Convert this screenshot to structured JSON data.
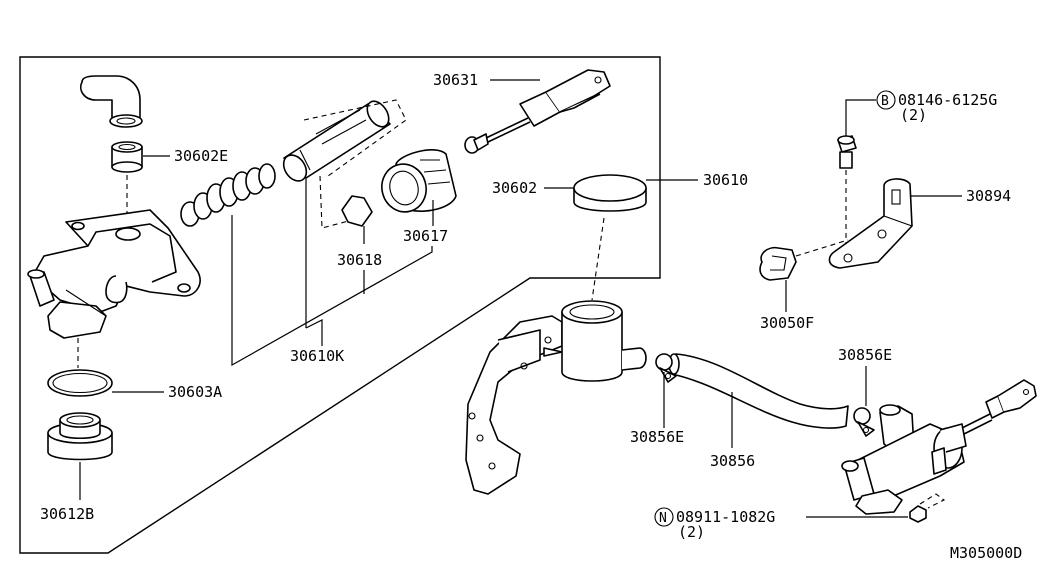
{
  "labels": {
    "p30631": "30631",
    "p30602E": "30602E",
    "p30610": "30610",
    "p30602": "30602",
    "p30617": "30617",
    "p30618": "30618",
    "p30610K": "30610K",
    "p30603A": "30603A",
    "p30612B": "30612B",
    "p30894": "30894",
    "p30050F": "30050F",
    "p30856E_right": "30856E",
    "p30856E_left": "30856E",
    "p30856": "30856",
    "bolt_code": "08146-6125G",
    "bolt_qty": "(2)",
    "bolt_letter": "B",
    "nut_code": "08911-1082G",
    "nut_qty": "(2)",
    "nut_letter": "N",
    "figure_code": "M305000D"
  }
}
